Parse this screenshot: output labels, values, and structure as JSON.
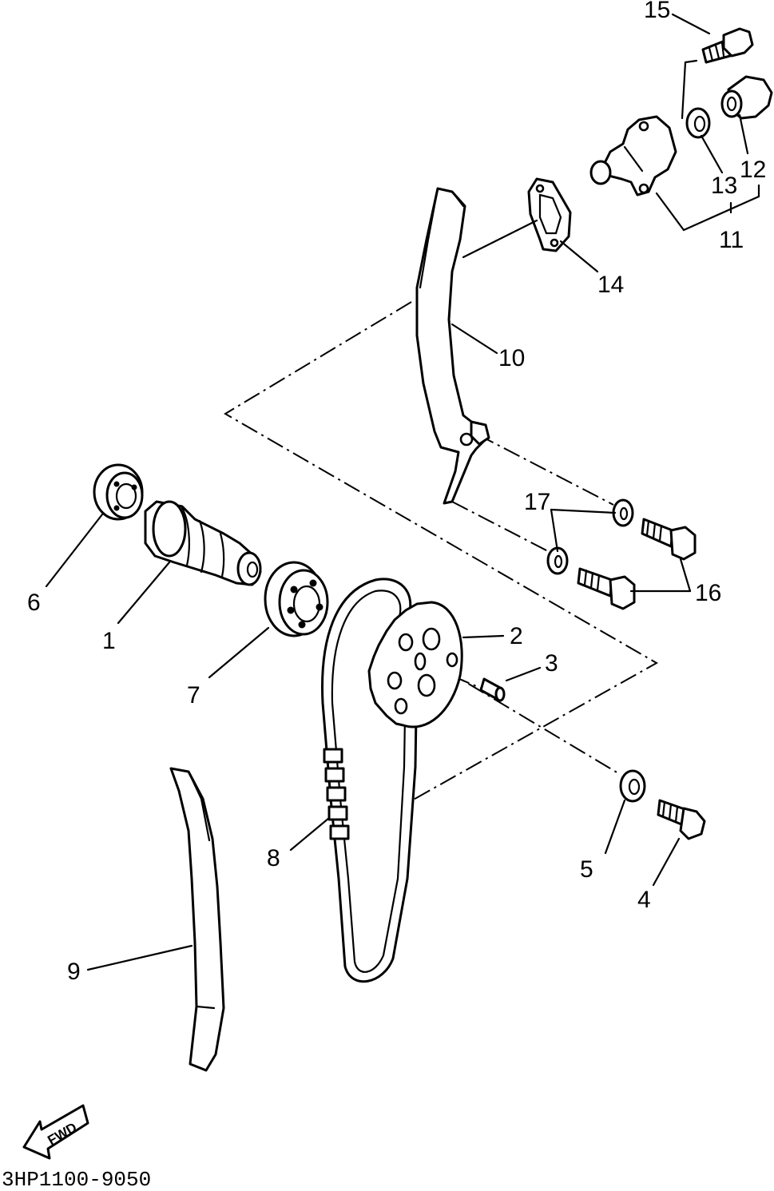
{
  "diagram": {
    "code": "3HP1100-9050",
    "fwd_label": "FWD",
    "callouts": [
      {
        "id": "1",
        "label": "1"
      },
      {
        "id": "2",
        "label": "2"
      },
      {
        "id": "3",
        "label": "3"
      },
      {
        "id": "4",
        "label": "4"
      },
      {
        "id": "5",
        "label": "5"
      },
      {
        "id": "6",
        "label": "6"
      },
      {
        "id": "7",
        "label": "7"
      },
      {
        "id": "8",
        "label": "8"
      },
      {
        "id": "9",
        "label": "9"
      },
      {
        "id": "10",
        "label": "10"
      },
      {
        "id": "11",
        "label": "11"
      },
      {
        "id": "12",
        "label": "12"
      },
      {
        "id": "13",
        "label": "13"
      },
      {
        "id": "14",
        "label": "14"
      },
      {
        "id": "15",
        "label": "15"
      },
      {
        "id": "16",
        "label": "16"
      },
      {
        "id": "17",
        "label": "17"
      }
    ]
  }
}
